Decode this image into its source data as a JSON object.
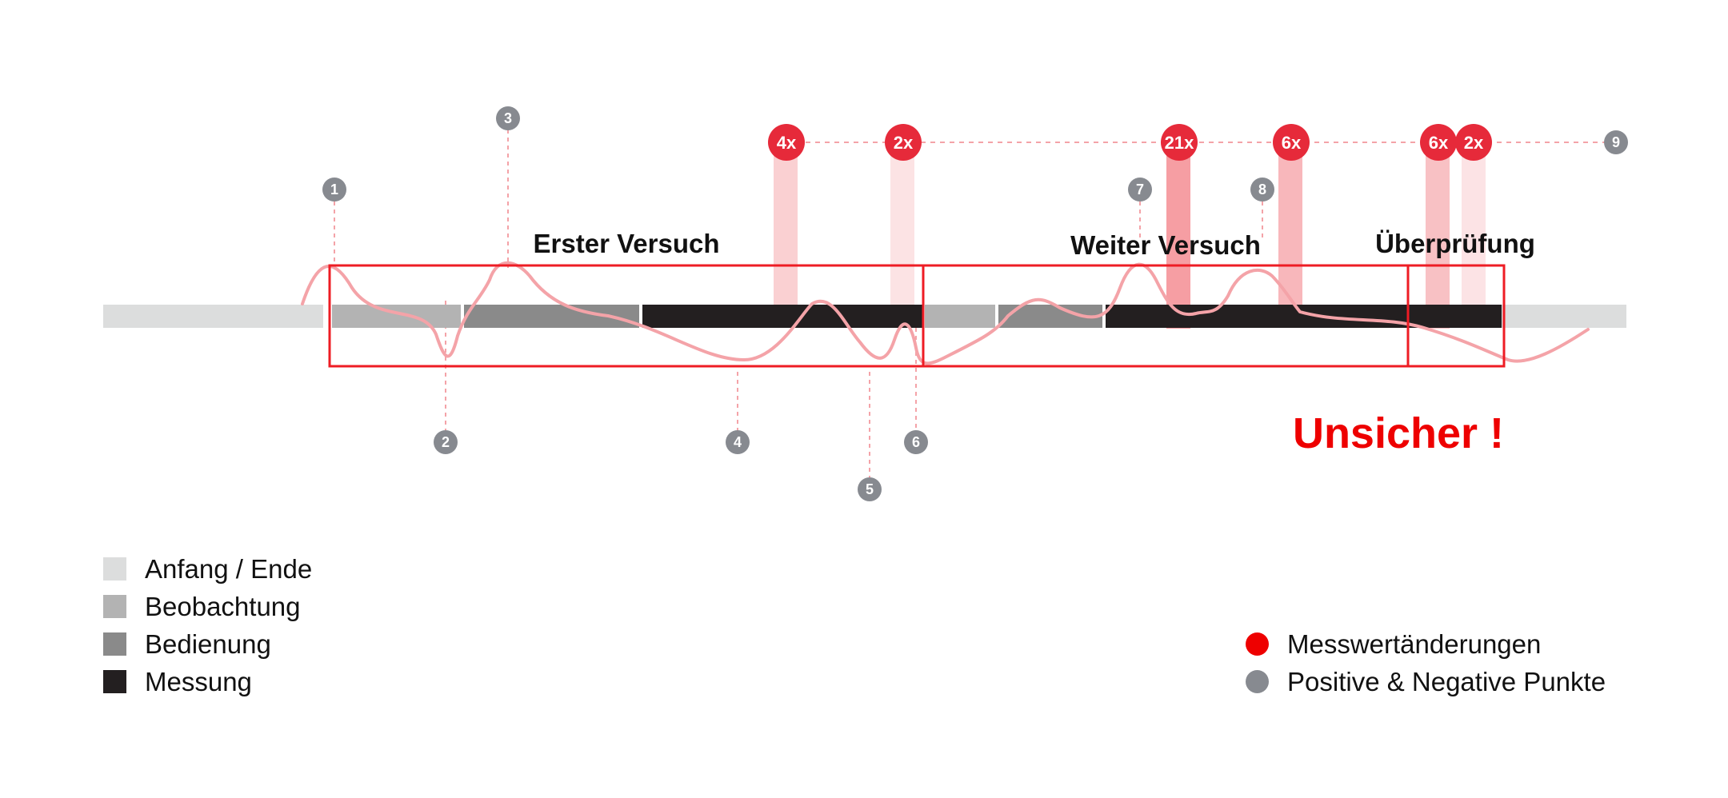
{
  "sections": {
    "first": "Erster Versuch",
    "further": "Weiter Versuch",
    "check": "Überprüfung"
  },
  "verdict": "Unsicher !",
  "grey_markers": [
    "1",
    "2",
    "3",
    "4",
    "5",
    "6",
    "7",
    "8",
    "9"
  ],
  "red_markers": [
    "4x",
    "2x",
    "21x",
    "6x",
    "6x",
    "2x"
  ],
  "legend_phases": [
    {
      "label": "Anfang / Ende",
      "color": "#dcdddd"
    },
    {
      "label": "Beobachtung",
      "color": "#b3b3b3"
    },
    {
      "label": "Bedienung",
      "color": "#8a8a8a"
    },
    {
      "label": "Messung",
      "color": "#231f20"
    }
  ],
  "legend_points": [
    {
      "label": "Messwertänderungen",
      "color": "#ee0000"
    },
    {
      "label": "Positive & Negative Punkte",
      "color": "#878a90"
    }
  ],
  "colors": {
    "accent_red": "#ee1c24",
    "marker_red": "#e62a3a",
    "marker_grey": "#878a90",
    "curve": "#f4a3a8"
  }
}
